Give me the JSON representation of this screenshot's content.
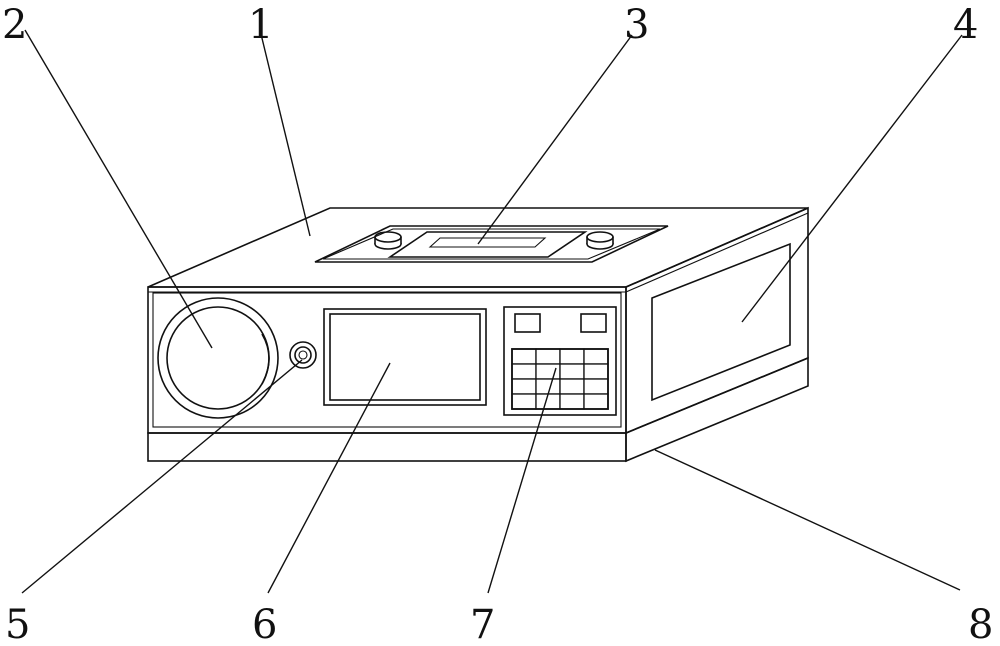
{
  "figure": {
    "callouts": [
      {
        "id": "1",
        "label": "1"
      },
      {
        "id": "2",
        "label": "2"
      },
      {
        "id": "3",
        "label": "3"
      },
      {
        "id": "4",
        "label": "4"
      },
      {
        "id": "5",
        "label": "5"
      },
      {
        "id": "6",
        "label": "6"
      },
      {
        "id": "7",
        "label": "7"
      },
      {
        "id": "8",
        "label": "8"
      }
    ],
    "colors": {
      "line": "#111111",
      "background": "#ffffff"
    }
  }
}
